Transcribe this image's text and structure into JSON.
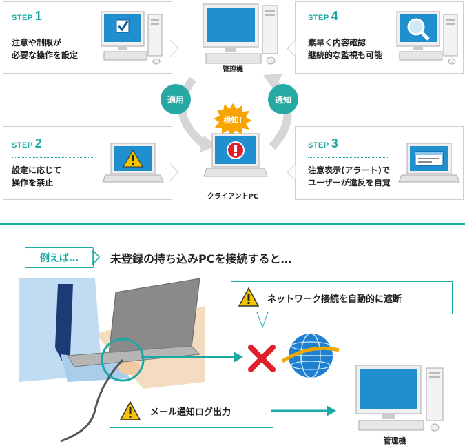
{
  "steps": [
    {
      "word": "STEP",
      "number": "1",
      "lines": [
        "注意や制限が",
        "必要な操作を設定"
      ]
    },
    {
      "word": "STEP",
      "number": "2",
      "lines": [
        "設定に応じて",
        "操作を禁止"
      ]
    },
    {
      "word": "STEP",
      "number": "3",
      "lines": [
        "注意表示(アラート)で",
        "ユーザーが違反を自覚"
      ]
    },
    {
      "word": "STEP",
      "number": "4",
      "lines": [
        "素早く内容確認",
        "継続的な監視も可能"
      ]
    }
  ],
  "center": {
    "admin_label": "管理機",
    "client_label": "クライアントPC",
    "apply_label": "適用",
    "notify_label": "通知",
    "detect_label": "検知!"
  },
  "example": {
    "tag": "例えば…",
    "title": "未登録の持ち込みPCを接続すると…",
    "network_callout": "ネットワーク接続を自動的に遮断",
    "mail_callout": "メール通知ログ出力",
    "admin_label": "管理機"
  },
  "colors": {
    "accent": "#1aa9a4",
    "screen": "#1f8fd0",
    "alert": "#e0202a",
    "warning": "#f5c400"
  }
}
